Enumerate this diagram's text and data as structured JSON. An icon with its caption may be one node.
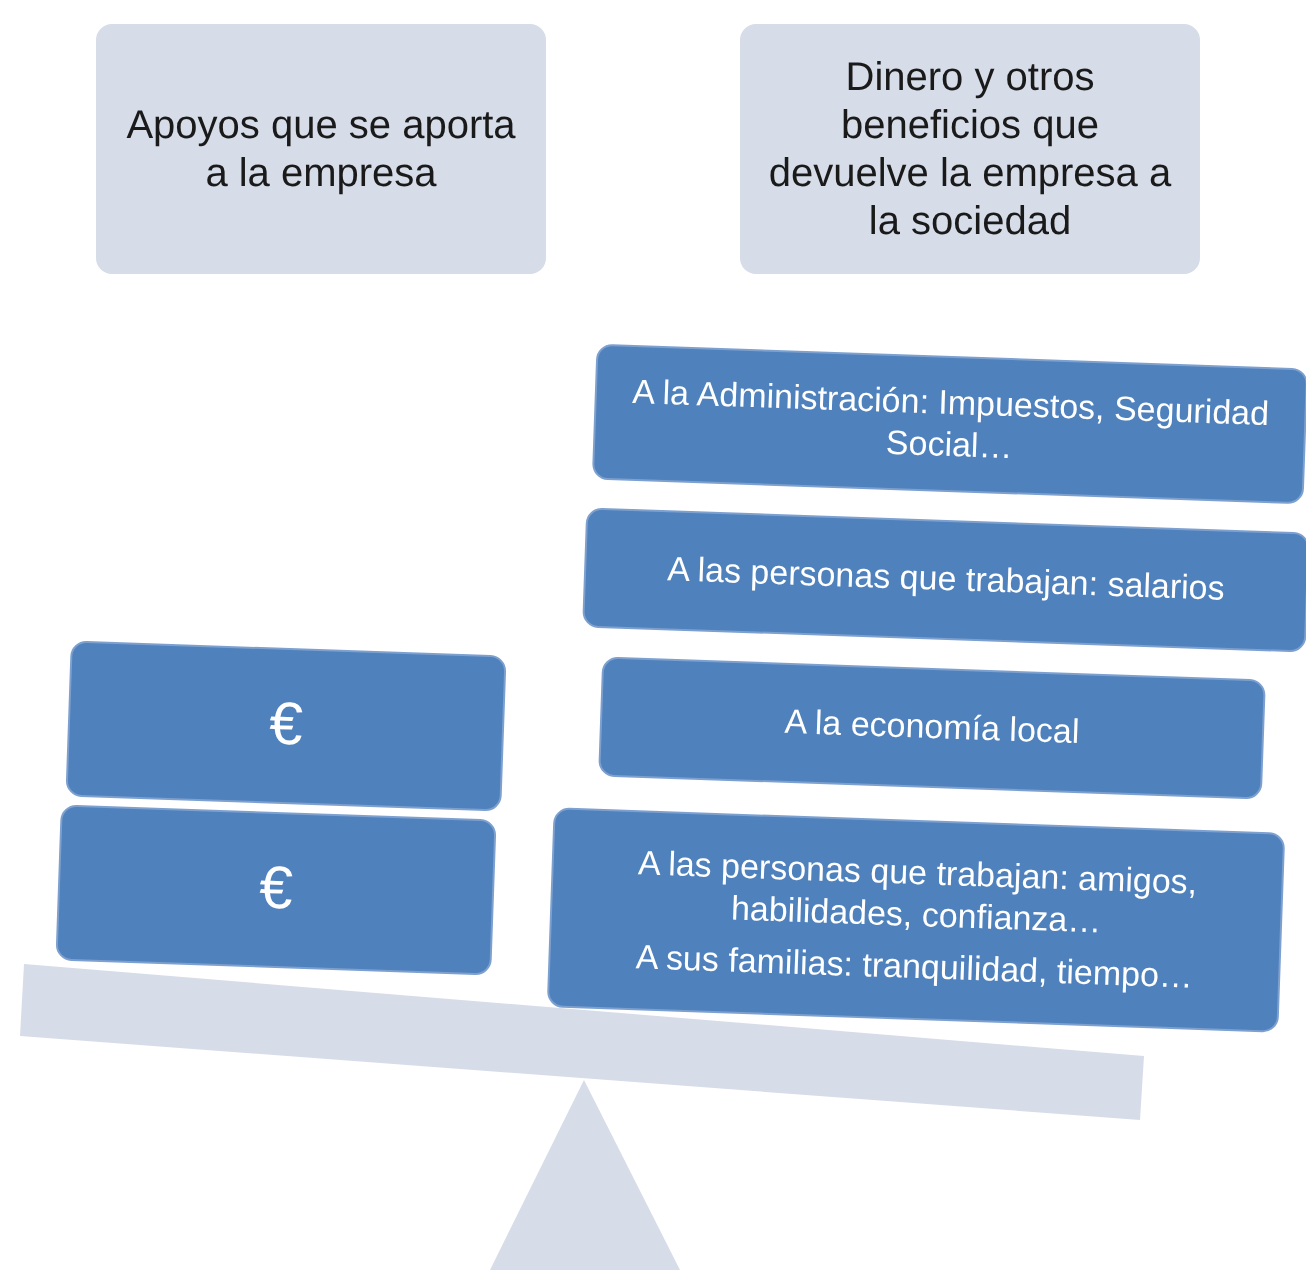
{
  "diagram": {
    "nodes": [
      {
        "text": [
          "Apoyos que se aporta a la empresa"
        ]
      },
      {
        "text": [
          "Dinero y otros beneficios que devuelve la empresa a la sociedad"
        ]
      },
      {
        "text": [
          "A la Administración: Impuestos, Seguridad Social…"
        ]
      },
      {
        "text": [
          "A las personas que trabajan: salarios"
        ]
      },
      {
        "text": [
          "€"
        ]
      },
      {
        "text": [
          "A la economía local"
        ]
      },
      {
        "text": [
          "€"
        ]
      },
      {
        "text": [
          "A las personas que trabajan: amigos, habilidades, confianza…",
          "A sus familias: tranquilidad, tiempo…"
        ]
      }
    ],
    "edges": []
  }
}
